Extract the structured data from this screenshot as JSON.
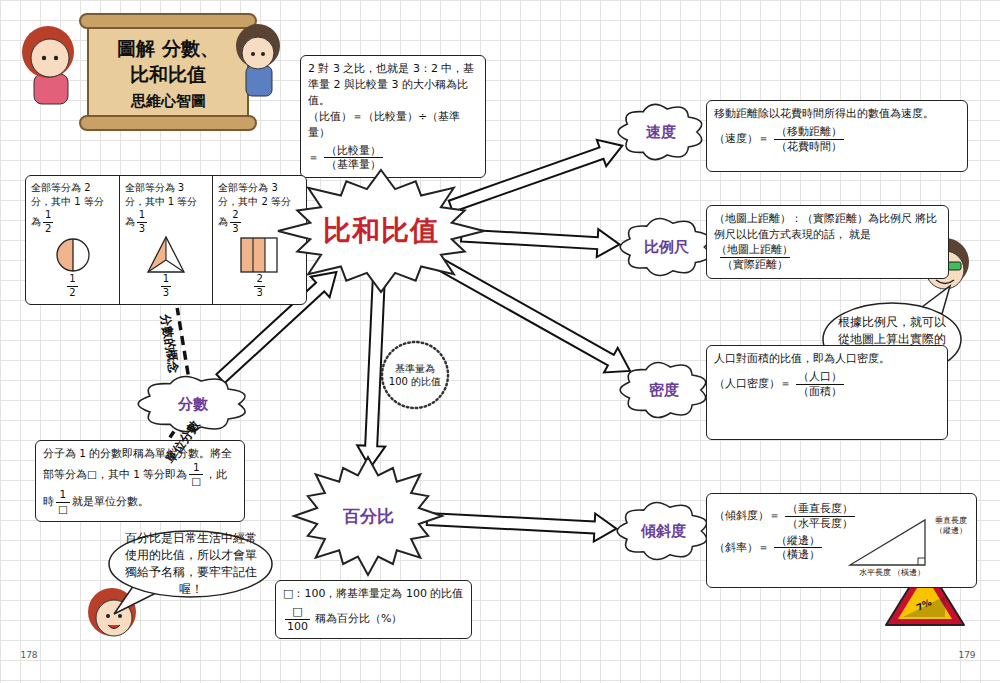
{
  "diagram": {
    "title": "圖解 分數、比和比值",
    "nodes": [
      {
        "text": [
          "2 對 3 之比，也就是 3：2 中，基準量 2 與比較量 3 的大小稱為比值。",
          "（比值）＝（比較量）÷（基準量）",
          "＝",
          "（比較量）",
          "（基準量）"
        ]
      },
      {
        "text": [
          "全部等分為 2 分，其中 1 等分為",
          "1",
          "2",
          "1",
          "2",
          "全部等分為 3 分，其中 1 等分為",
          "1",
          "3",
          "1",
          "3",
          "全部等分為 3 分，其中 2 等分為",
          "2",
          "3",
          "2",
          "3"
        ]
      },
      {
        "text": [
          "比和比值"
        ]
      },
      {
        "text": [
          "速度"
        ]
      },
      {
        "text": [
          "移動距離除以花費時間所得出的數值為速度。",
          "（速度）＝",
          "（移動距離）",
          "（花費時間）"
        ]
      },
      {
        "text": [
          "比例尺"
        ]
      },
      {
        "text": [
          "（地圖上距離）：（實際距離）為比例尺 將比例尺以比值方式表現的話， 就是",
          "（地圖上距離）",
          "（實際距離）"
        ]
      },
      {
        "text": [
          "根據比例尺，就可以從地圖上算出實際的距離。"
        ]
      },
      {
        "text": [
          "基準量為 100 的比值"
        ]
      },
      {
        "text": [
          "密度"
        ]
      },
      {
        "text": [
          "人口對面積的比值，即為人口密度。",
          "（人口密度）＝",
          "（人口）",
          "（面積）"
        ]
      },
      {
        "text": [
          "分數"
        ]
      },
      {
        "text": [
          "分子為 1 的分數即稱為單位分數。將全部等分為□，其中 1 等分即為",
          "1",
          "□",
          "，此時",
          "1",
          "□",
          "就是單位分數。"
        ]
      },
      {
        "text": [
          "百分比"
        ]
      },
      {
        "text": [
          "傾斜度"
        ]
      },
      {
        "text": [
          "（傾斜度）＝",
          "（垂直長度）",
          "（水平長度）",
          "（斜率）＝",
          "（縱邊）",
          "（橫邊）",
          "垂直長度 （縱邊）",
          "水平長度 （橫邊）"
        ]
      },
      {
        "text": [
          "百分比是日常生活中經常使用的比值，所以才會單獨給予名稱，要牢牢記住喔！"
        ]
      },
      {
        "text": [
          "□：100，將基準量定為 100 的比值",
          "□",
          "100",
          "稱為百分比（%）"
        ]
      }
    ],
    "edges": [
      {
        "from": 11,
        "to": 2,
        "arrow": "to"
      },
      {
        "from": 2,
        "to": 3,
        "arrow": "to"
      },
      {
        "from": 2,
        "to": 5,
        "arrow": "to"
      },
      {
        "from": 2,
        "to": 9,
        "arrow": "to"
      },
      {
        "from": 2,
        "to": 13,
        "arrow": "to"
      },
      {
        "from": 13,
        "to": 14,
        "arrow": "to"
      },
      {
        "from": 11,
        "to": 1,
        "label": "分數的概念",
        "arrow": "none"
      },
      {
        "from": 11,
        "to": 12,
        "label": "單位分數",
        "arrow": "none"
      }
    ],
    "labels": [
      "思維心智圖",
      "7%",
      "178",
      "179"
    ]
  }
}
